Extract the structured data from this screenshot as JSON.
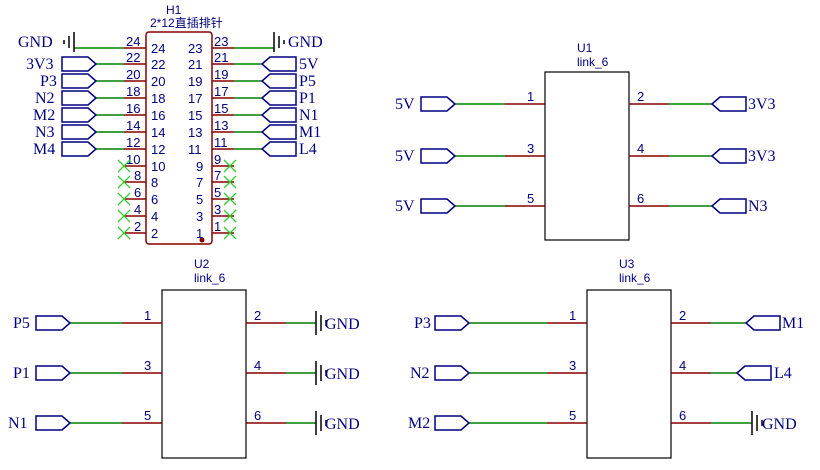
{
  "header": {
    "designator": "H1",
    "value": "2*12直插排针",
    "left_nets": [
      "GND",
      "3V3",
      "P3",
      "N2",
      "M2",
      "N3",
      "M4"
    ],
    "right_nets": [
      "GND",
      "5V",
      "P5",
      "P1",
      "N1",
      "M1",
      "L4"
    ],
    "left_pin_numbers": [
      "24",
      "22",
      "20",
      "18",
      "16",
      "14",
      "12",
      "10",
      "8",
      "6",
      "4",
      "2"
    ],
    "right_pin_numbers": [
      "23",
      "21",
      "19",
      "17",
      "15",
      "13",
      "11",
      "9",
      "7",
      "5",
      "3",
      "1"
    ]
  },
  "u1": {
    "designator": "U1",
    "value": "link_6",
    "left": [
      {
        "net": "5V",
        "pin": "1"
      },
      {
        "net": "5V",
        "pin": "3"
      },
      {
        "net": "5V",
        "pin": "5"
      }
    ],
    "right": [
      {
        "net": "3V3",
        "pin": "2"
      },
      {
        "net": "3V3",
        "pin": "4"
      },
      {
        "net": "N3",
        "pin": "6"
      }
    ]
  },
  "u2": {
    "designator": "U2",
    "value": "link_6",
    "left": [
      {
        "net": "P5",
        "pin": "1"
      },
      {
        "net": "P1",
        "pin": "3"
      },
      {
        "net": "N1",
        "pin": "5"
      }
    ],
    "right": [
      {
        "net": "GND",
        "pin": "2"
      },
      {
        "net": "GND",
        "pin": "4"
      },
      {
        "net": "GND",
        "pin": "6"
      }
    ]
  },
  "u3": {
    "designator": "U3",
    "value": "link_6",
    "left": [
      {
        "net": "P3",
        "pin": "1"
      },
      {
        "net": "N2",
        "pin": "3"
      },
      {
        "net": "M2",
        "pin": "5"
      }
    ],
    "right": [
      {
        "net": "M1",
        "pin": "2"
      },
      {
        "net": "L4",
        "pin": "4"
      },
      {
        "net": "GND",
        "pin": "6"
      }
    ]
  }
}
